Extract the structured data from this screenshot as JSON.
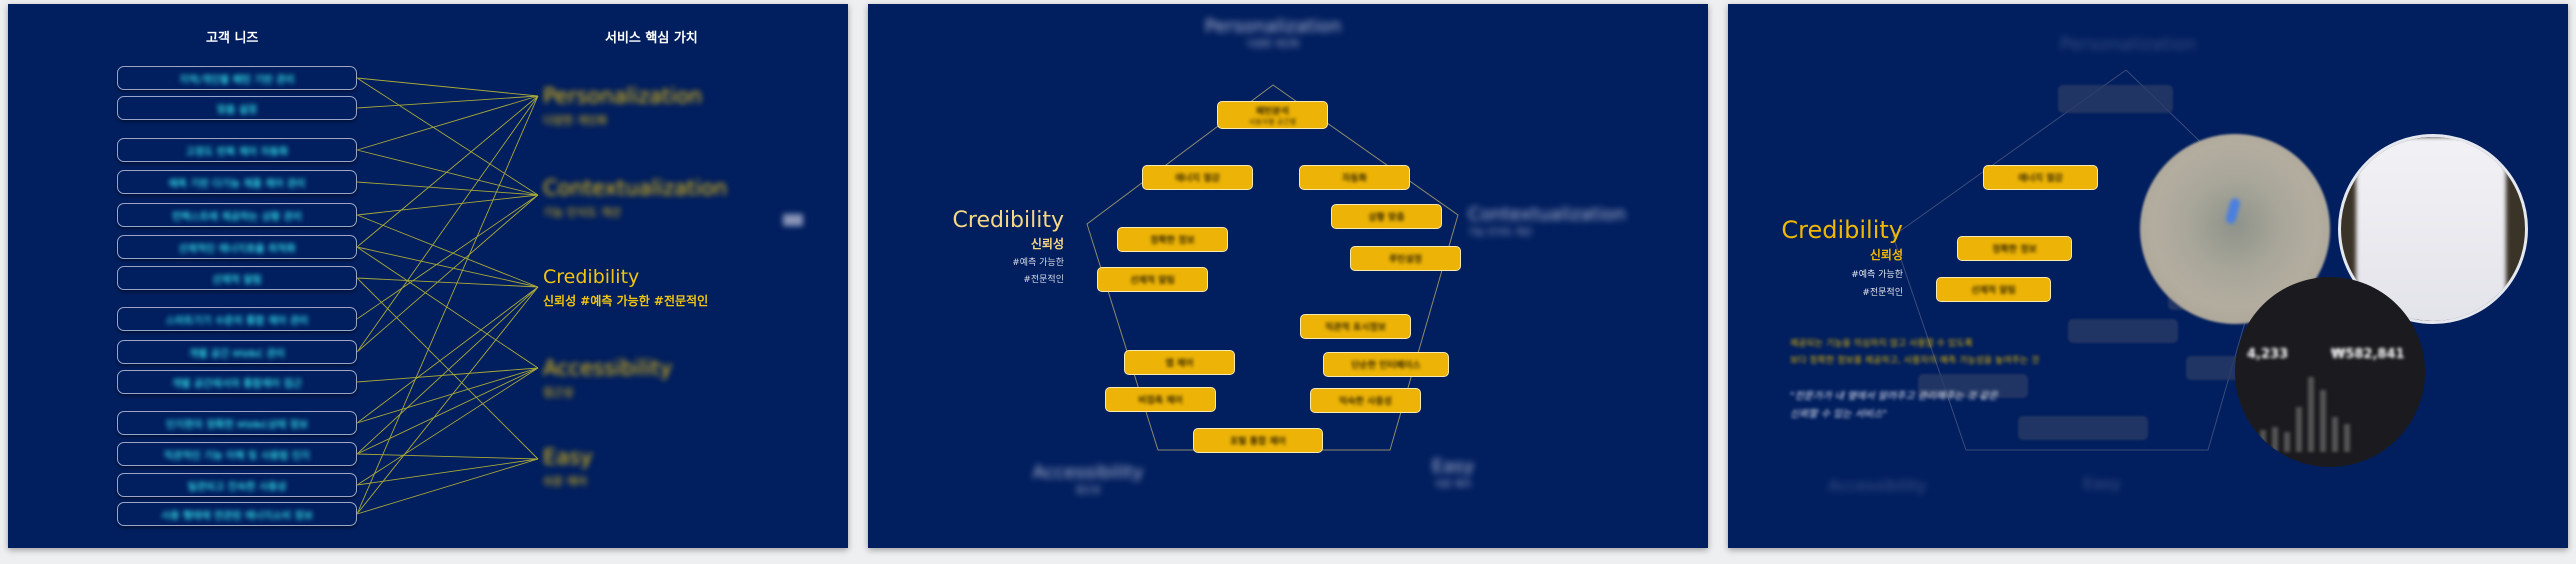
{
  "slide1": {
    "left_header": "고객 니즈",
    "right_header": "서비스 핵심 가치",
    "needs": [
      "지역/개인별 패턴 기반 관리",
      "맞춤 설정",
      "고정도 반복 제어 자동화",
      "예측 기반 다기능 제품 제어 관리",
      "컨텍스트에 제공하는 상황 관리",
      "선제적인 에너지효율 최적화",
      "선제적 알림",
      "스마트기기 수준의 통합 제어 관리",
      "개별 공간 HVAC 관리",
      "개별 공간에서의 통합제어 접근",
      "인지편의 정확한 HVAC상태 정보",
      "직관적인 기능 이해 및 사용법 인지",
      "일관되고 친숙한 사용성",
      "사용 행태에 연관된 에너지소비 정보"
    ],
    "values": [
      {
        "title": "Personalization",
        "sub": "다양한 개인화"
      },
      {
        "title": "Contextualization",
        "sub": "기능 인식도 개선"
      },
      {
        "title": "Credibility",
        "sub": "신뢰성  #예측 가능한  #전문적인"
      },
      {
        "title": "Accessibility",
        "sub": "접근성"
      },
      {
        "title": "Easy",
        "sub": "쉬운 제어"
      }
    ],
    "line_color": "#a9a93a"
  },
  "slide2": {
    "credibility": {
      "title": "Credibility",
      "ko": "신뢰성",
      "tag1": "#예측 가능한",
      "tag2": "#전문적인"
    },
    "ghost": {
      "personalization": "Personalization",
      "personalization_sub": "다양한 개인화",
      "contextualization": "Contextualization",
      "contextualization_sub": "기능 인식도 개선",
      "accessibility": "Accessibility",
      "accessibility_sub": "접근성",
      "easy": "Easy",
      "easy_sub": "쉬운 제어"
    },
    "boxes": {
      "pattern": "패턴분석",
      "pattern_sub": "사용자별 공간별",
      "energy": "에너지 절감",
      "auto": "자동화",
      "context": "상황 맞춤",
      "routine": "루틴설정",
      "accurate": "정확한 정보",
      "alert": "선제적 알림",
      "intuitive": "직관적 표시정보",
      "app": "앱 제어",
      "simple": "단순한 인터페이스",
      "touchless": "비접촉 제어",
      "familiar": "익숙한 사용성",
      "portal": "포털 통합 제어"
    },
    "accent": "#edb407"
  },
  "slide3": {
    "credibility": {
      "title": "Credibility",
      "ko": "신뢰성",
      "tag1": "#예측 가능한",
      "tag2": "#전문적인"
    },
    "boxes": {
      "energy": "에너지 절감",
      "accurate": "정확한 정보",
      "alert": "선제적 알림"
    },
    "desc1": "제공되는 기능을 의심하지 않고 사용할 수 있도록",
    "desc2": "보다 정확한 정보를 제공하고, 사용자의 예측 가능성을 높여주는 것",
    "quote1": "\"전문가가 내 옆에서 알려주고 관리해주는 것 같은",
    "quote2": "신뢰할 수 있는 서비스\"",
    "phone_value1": "4,233",
    "phone_value2": "₩582,841"
  }
}
